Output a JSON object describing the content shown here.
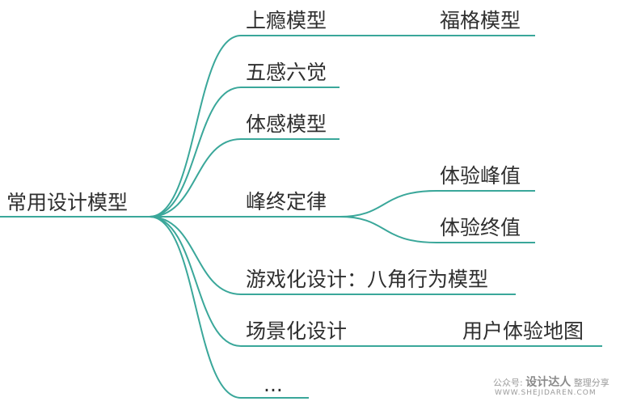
{
  "diagram": {
    "line_color": "#3aa79a",
    "root": {
      "label": "常用设计模型"
    },
    "branches": [
      {
        "label": "上瘾模型",
        "children": [
          "福格模型"
        ]
      },
      {
        "label": "五感六觉",
        "children": []
      },
      {
        "label": "体感模型",
        "children": []
      },
      {
        "label": "峰终定律",
        "children": [
          "体验峰值",
          "体验终值"
        ]
      },
      {
        "label": "游戏化设计：八角行为模型",
        "children": []
      },
      {
        "label": "场景化设计",
        "children": [
          "用户体验地图"
        ]
      },
      {
        "label": "...",
        "children": []
      }
    ]
  },
  "watermark": {
    "prefix": "公众号:",
    "brand": "设计达人",
    "suffix": "整理分享",
    "url": "WWW.SHEJIDAREN.COM"
  }
}
